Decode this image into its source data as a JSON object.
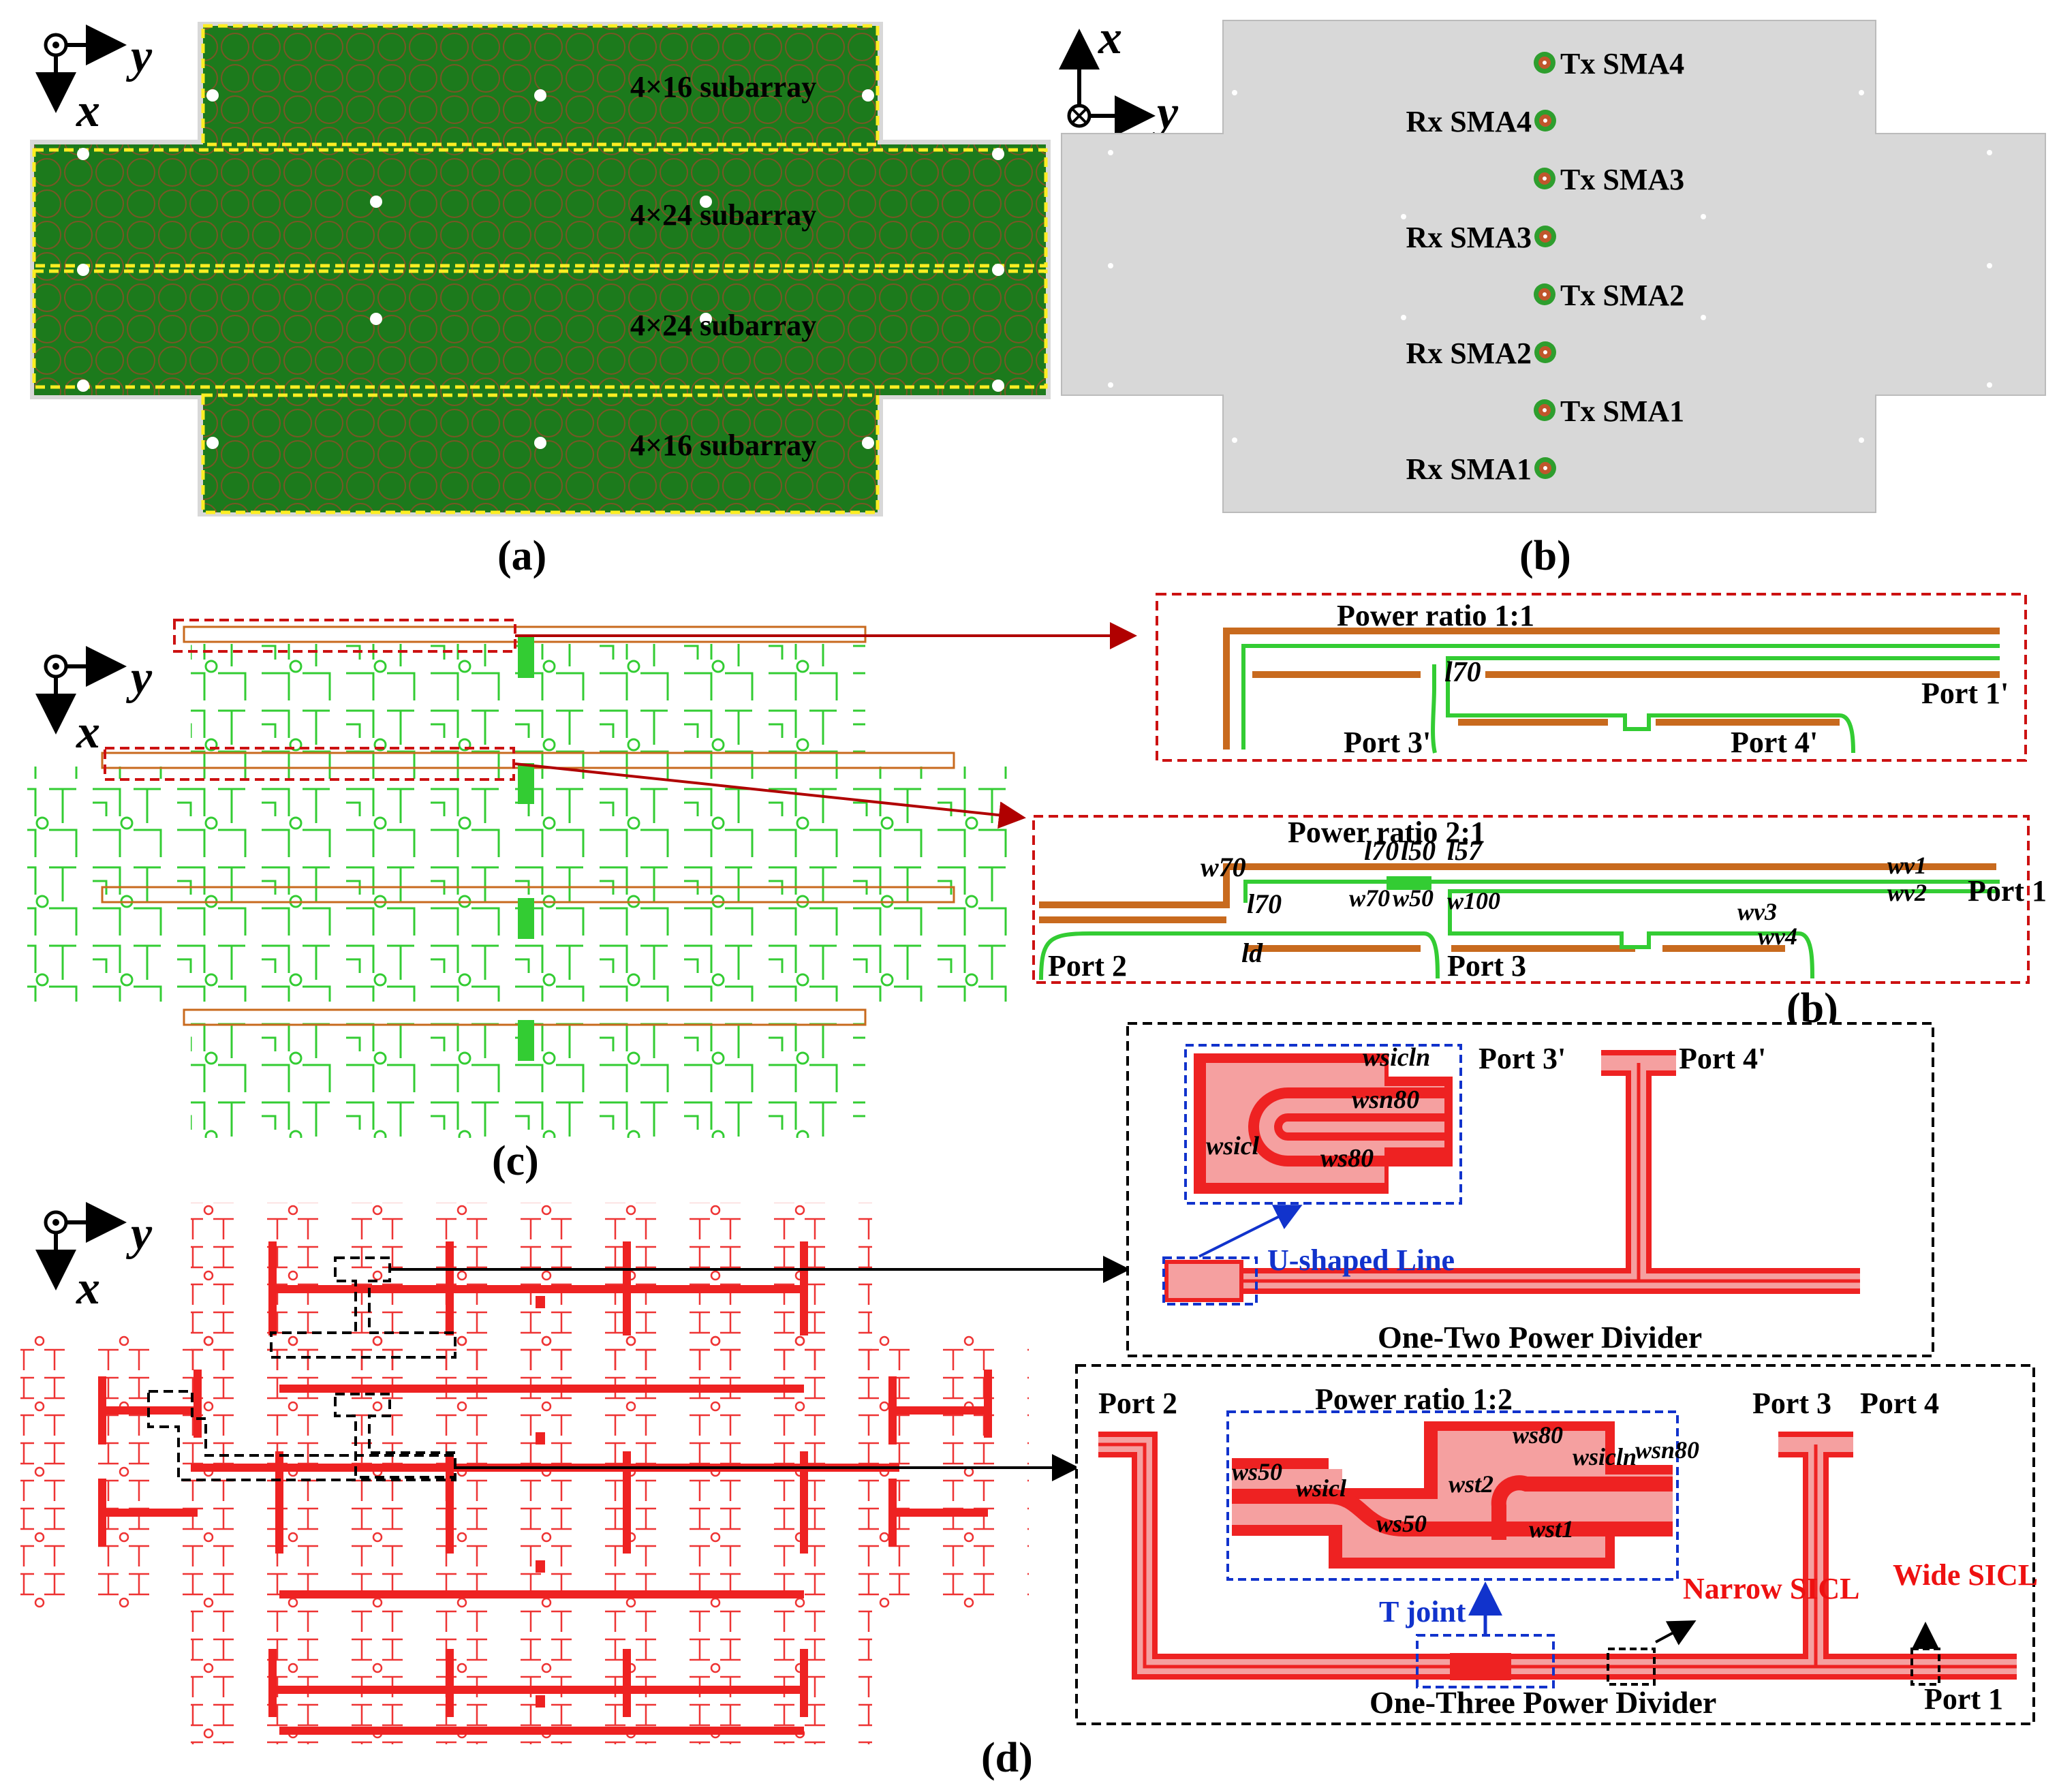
{
  "panel_a": {
    "axis": {
      "x": "x",
      "y": "y"
    },
    "subarrays": [
      "4×16 subarray",
      "4×24 subarray",
      "4×24 subarray",
      "4×16 subarray"
    ],
    "caption": "(a)"
  },
  "panel_b": {
    "axis": {
      "x": "x",
      "y": "y"
    },
    "connectors": [
      "Tx SMA4",
      "Rx SMA4",
      "Tx SMA3",
      "Rx SMA3",
      "Tx SMA2",
      "Rx SMA2",
      "Tx SMA1",
      "Rx SMA1"
    ],
    "caption": "(b)"
  },
  "panel_c": {
    "axis": {
      "x": "x",
      "y": "y"
    },
    "zoom_top": {
      "title": "Power ratio 1:1",
      "port_a": "Port 1'",
      "port_b": "Port 3'",
      "port_c": "Port 4'",
      "label_l70": "l70"
    },
    "zoom_bottom": {
      "title": "Power ratio 2:1",
      "port_a": "Port 1",
      "port_b": "Port 2",
      "port_c": "Port 3",
      "dims": [
        "w70",
        "l70",
        "l50",
        "l57",
        "w70",
        "w50",
        "w100",
        "l70",
        "ld",
        "wv1",
        "wv2",
        "wv3",
        "wv4"
      ]
    },
    "caption": "(c)",
    "caption_b": "(b)"
  },
  "panel_d": {
    "axis": {
      "x": "x",
      "y": "y"
    },
    "top_box": {
      "title": "One-Two Power Divider",
      "inset_label": "U-shaped Line",
      "port_a": "Port 3'",
      "port_b": "Port 4'",
      "dims": [
        "wsicln",
        "wsn80",
        "wsicl",
        "ws80"
      ]
    },
    "bottom_box": {
      "title": "One-Three Power Divider",
      "ratio": "Power ratio 1:2",
      "inset_label": "T joint",
      "narrow": "Narrow SICL",
      "wide": "Wide SICL",
      "port_1": "Port 1",
      "port_2": "Port 2",
      "port_3": "Port 3",
      "port_4": "Port 4",
      "dims": [
        "ws80",
        "wsicln",
        "wsn80",
        "ws50",
        "wsicl",
        "wst2",
        "ws50",
        "wst1"
      ]
    },
    "caption": "(d)"
  },
  "colors": {
    "pcb_green": "#1c7a1c",
    "feed_green": "#33cc33",
    "feed_red": "#ee2222",
    "light_red": "#f5a0a0",
    "gray": "#d8d8d8",
    "copper": "#c86a1e",
    "dash_red": "#cc1111",
    "dash_blue": "#1133cc"
  }
}
